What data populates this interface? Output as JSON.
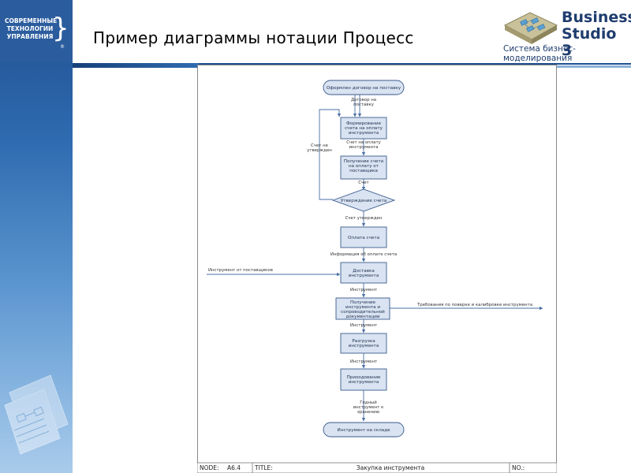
{
  "header": {
    "title": "Пример диаграммы нотации Процесс",
    "logo_left": [
      "СОВРЕМЕННЫЕ",
      "ТЕХНОЛОГИИ",
      "УПРАВЛЕНИЯ"
    ],
    "logo_left_reg": "®",
    "logo_right_name_1": "Business",
    "logo_right_name_2": "Studio 3",
    "logo_right_tagline": "Система бизнес-моделирования"
  },
  "diagram": {
    "nodes": {
      "start": "Оформлен договор на поставку",
      "form_invoice": [
        "Формирование",
        "счета на оплату",
        "инструмента"
      ],
      "receive_invoice": [
        "Получение счета",
        "на оплату от",
        "поставщика"
      ],
      "approve": "Утверждение счета",
      "pay": "Оплата счета",
      "delivery": [
        "Доставка",
        "инструмента"
      ],
      "receive_tool": [
        "Получение",
        "инструмента и",
        "сопроводительной",
        "документации"
      ],
      "unload": [
        "Разгрузка",
        "инструмента"
      ],
      "receipt": [
        "Приходование",
        "инструмента"
      ],
      "end": "Инструмент на складе"
    },
    "flows": {
      "contract": [
        "Договор на",
        "поставку"
      ],
      "invoice_payment": [
        "Счет на оплату",
        "инструмента"
      ],
      "invoice": "Счет",
      "not_approved": [
        "Счет не",
        "утвержден"
      ],
      "approved": "Счет утвержден",
      "payment_info": "Информация об оплате счета",
      "from_suppliers": "Инструмент от поставщиков",
      "tool_1": "Инструмент",
      "calibration": "Требования по поверке и калибровке инструмента",
      "tool_2": "Инструмент",
      "tool_3": "Инструмент",
      "storage": [
        "Годный",
        "инструмент к",
        "хранению"
      ]
    },
    "footer": {
      "node_label": "NODE:",
      "node_value": "A6.4",
      "title_label": "TITLE:",
      "title_value": "Закупка инструмента",
      "no_label": "NO.:"
    }
  },
  "colors": {
    "brand_blue": "#1f4f8f",
    "node_fill": "#d9e3f1",
    "node_stroke": "#3a5a8c",
    "arrow": "#4a6fa5"
  }
}
